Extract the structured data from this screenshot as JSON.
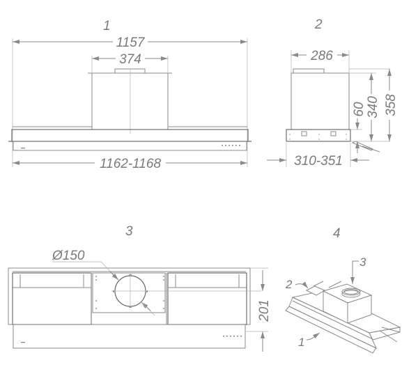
{
  "views": [
    {
      "id": "1",
      "label": "1",
      "name": "front view",
      "dimensions": {
        "overall_width": "1157",
        "chimney_width": "374",
        "installed_width": "1162-1168"
      }
    },
    {
      "id": "2",
      "label": "2",
      "name": "side view",
      "dimensions": {
        "depth": "286",
        "front_height": "60",
        "body_height": "340",
        "total_height": "358",
        "extended_depth": "310-351"
      }
    },
    {
      "id": "3",
      "label": "3",
      "name": "bottom/front view with outlet",
      "dimensions": {
        "outlet_diameter": "Ø150",
        "height": "201"
      }
    },
    {
      "id": "4",
      "label": "4",
      "name": "isometric view",
      "callouts": [
        "1",
        "2",
        "3"
      ]
    }
  ],
  "colors": {
    "line": "#8a8a8a",
    "text": "#7a7a7a",
    "background": "#ffffff"
  }
}
